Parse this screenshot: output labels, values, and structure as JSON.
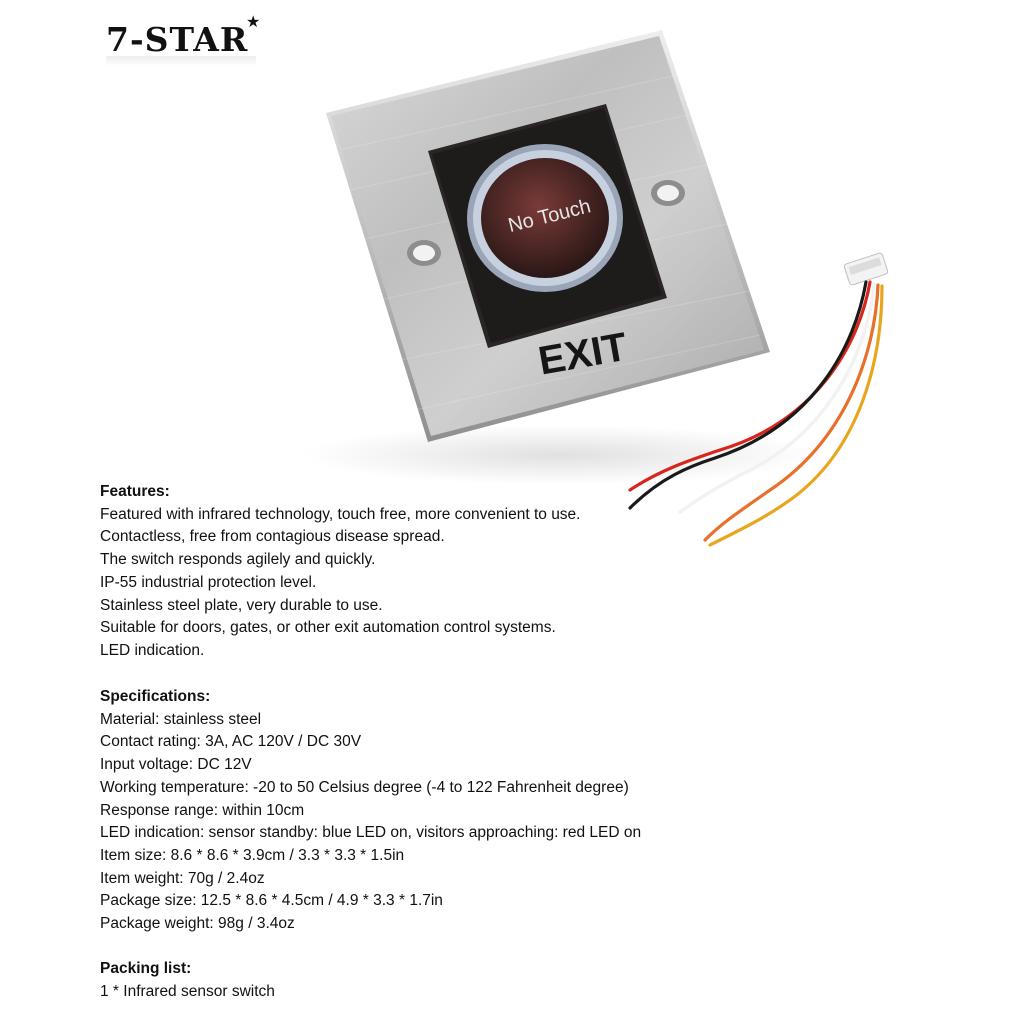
{
  "brand": {
    "name": "7-STAR",
    "star": "★"
  },
  "product_image": {
    "plate_button_text": "No Touch",
    "plate_label": "EXIT",
    "wire_colors": [
      "#d8261c",
      "#1a1a1a",
      "#f2f2f2",
      "#e7702a",
      "#e8a61e"
    ]
  },
  "features": {
    "heading": "Features:",
    "items": [
      "Featured with infrared technology, touch free, more convenient to use.",
      "Contactless, free from contagious disease spread.",
      "The switch responds agilely and quickly.",
      "IP-55 industrial protection level.",
      "Stainless steel plate, very durable to use.",
      "Suitable for doors, gates, or other exit automation control systems.",
      "LED indication."
    ]
  },
  "specifications": {
    "heading": "Specifications:",
    "items": [
      "Material: stainless steel",
      "Contact rating: 3A, AC 120V / DC 30V",
      "Input voltage: DC 12V",
      "Working temperature: -20 to 50 Celsius degree (-4 to 122 Fahrenheit degree)",
      "Response range: within 10cm",
      "LED indication: sensor standby: blue LED on, visitors approaching: red LED on",
      "Item size: 8.6 * 8.6 * 3.9cm / 3.3 * 3.3 * 1.5in",
      "Item weight: 70g / 2.4oz",
      "Package size: 12.5 * 8.6 * 4.5cm / 4.9 * 3.3 * 1.7in",
      "Package weight: 98g / 3.4oz"
    ]
  },
  "packing_list": {
    "heading": "Packing list:",
    "items": [
      "1 * Infrared sensor switch"
    ]
  }
}
